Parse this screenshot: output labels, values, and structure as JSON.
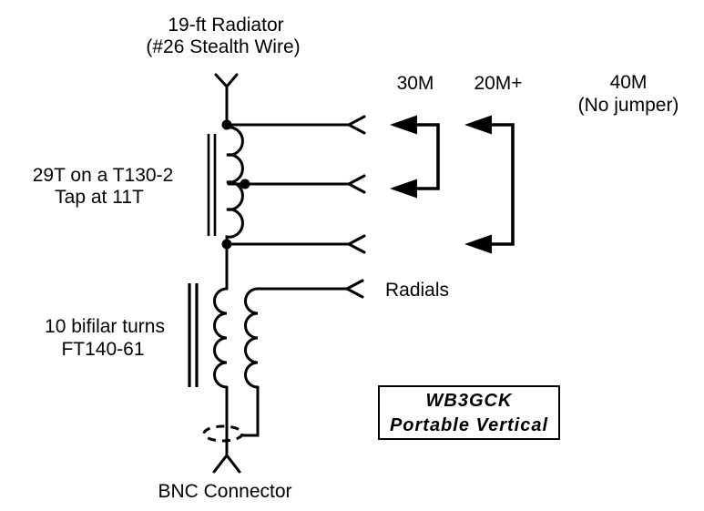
{
  "colors": {
    "ink": "#000000",
    "background": "#ffffff"
  },
  "labels": {
    "radiator": {
      "line1": "19-ft Radiator",
      "line2": "(#26 Stealth Wire)"
    },
    "loading_coil": {
      "line1": "29T on a T130-2",
      "line2": "Tap at 11T"
    },
    "balun": {
      "line1": "10 bifilar turns",
      "line2": "FT140-61"
    },
    "radials": "Radials",
    "bnc_connector": "BNC Connector",
    "band_30m": "30M",
    "band_20m": "20M+",
    "band_40m_line1": "40M",
    "band_40m_line2": "(No jumper)"
  },
  "title_box": {
    "line1": "WB3GCK",
    "line2": "Portable Vertical"
  }
}
